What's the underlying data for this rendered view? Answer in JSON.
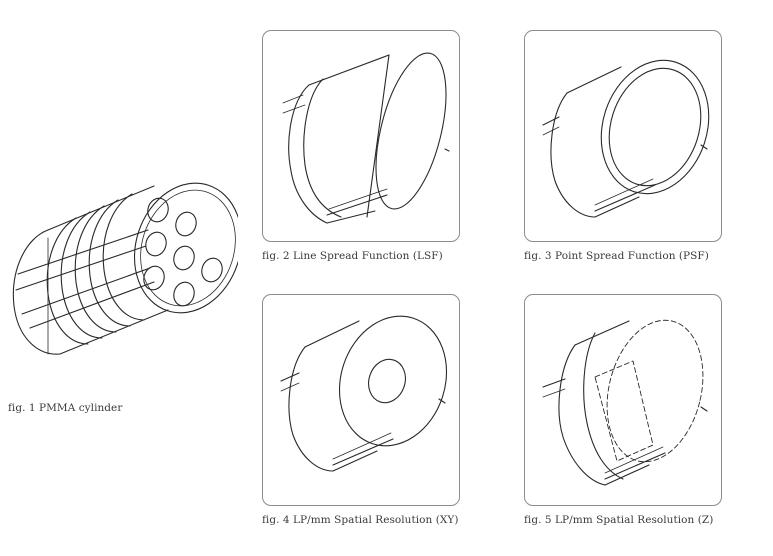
{
  "figures": [
    {
      "id": "fig1",
      "caption": "fig. 1 PMMA cylinder",
      "icon": "pmma-cylinder-drawing"
    },
    {
      "id": "fig2",
      "caption": "fig. 2 Line Spread Function (LSF)",
      "icon": "lsf-insert-drawing"
    },
    {
      "id": "fig3",
      "caption": "fig. 3 Point Spread Function (PSF)",
      "icon": "psf-insert-drawing"
    },
    {
      "id": "fig4",
      "caption": "fig. 4 LP/mm Spatial Resolution (XY)",
      "icon": "xy-resolution-insert-drawing"
    },
    {
      "id": "fig5",
      "caption": "fig. 5 LP/mm Spatial Resolution (Z)",
      "icon": "z-resolution-insert-drawing"
    }
  ],
  "colors": {
    "line": "#2a2a2a",
    "panel_border": "#8c8c8c",
    "caption": "#3a3a3a"
  }
}
